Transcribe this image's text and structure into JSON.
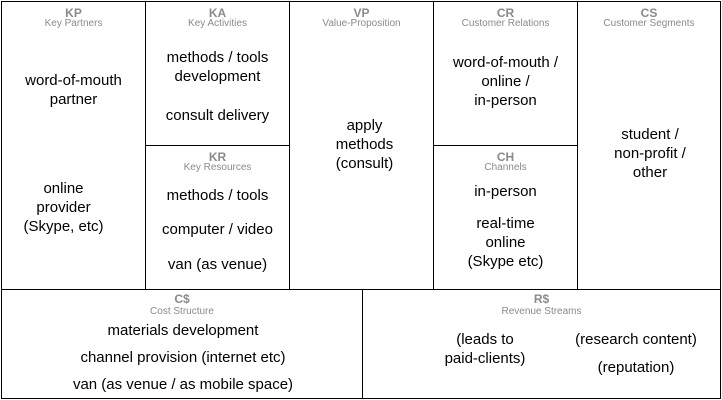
{
  "key_partners": {
    "abbr": "KP",
    "title": "Key Partners",
    "item_1": [
      "word-of-mouth",
      "partner"
    ],
    "item_2": [
      "online",
      "provider",
      "(Skype, etc)"
    ]
  },
  "key_activities": {
    "abbr": "KA",
    "title": "Key Activities",
    "item_1": [
      "methods / tools",
      "development"
    ],
    "item_2": "consult delivery"
  },
  "key_resources": {
    "abbr": "KR",
    "title": "Key Resources",
    "item_1": "methods / tools",
    "item_2": "computer / video",
    "item_3": "van (as venue)"
  },
  "value_proposition": {
    "abbr": "VP",
    "title": "Value-Proposition",
    "item_1": [
      "apply",
      "methods",
      "(consult)"
    ]
  },
  "customer_relations": {
    "abbr": "CR",
    "title": "Customer Relations",
    "item_1": [
      "word-of-mouth /",
      "online /",
      "in-person"
    ]
  },
  "channels": {
    "abbr": "CH",
    "title": "Channels",
    "item_1": "in-person",
    "item_2": [
      "real-time",
      "online",
      "(Skype etc)"
    ]
  },
  "customer_segments": {
    "abbr": "CS",
    "title": "Customer Segments",
    "item_1": [
      "student /",
      "non-profit /",
      "other"
    ]
  },
  "cost_structure": {
    "abbr": "C$",
    "title": "Cost Structure",
    "item_1": "materials development",
    "item_2": "channel provision (internet etc)",
    "item_3": "van (as venue / as mobile space)"
  },
  "revenue_streams": {
    "abbr": "R$",
    "title": "Revenue Streams",
    "item_1": [
      "(leads to",
      "paid-clients)"
    ],
    "item_2": "(research content)",
    "item_3": "(reputation)"
  },
  "colors": {
    "border": "#000000",
    "label_gray": "#8a8a8a",
    "text": "#000000",
    "background": "#ffffff"
  }
}
